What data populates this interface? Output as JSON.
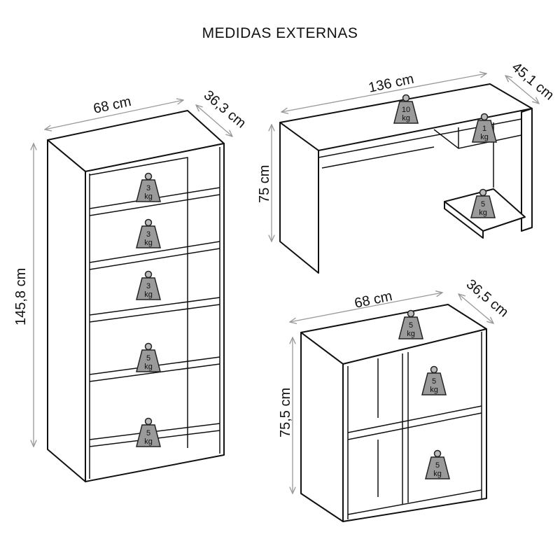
{
  "title": "MEDIDAS EXTERNAS",
  "bookcase": {
    "width": "68 cm",
    "depth": "36,3 cm",
    "height": "145,8 cm",
    "weights": [
      {
        "value": "3",
        "unit": "kg"
      },
      {
        "value": "3",
        "unit": "kg"
      },
      {
        "value": "3",
        "unit": "kg"
      },
      {
        "value": "5",
        "unit": "kg"
      },
      {
        "value": "5",
        "unit": "kg"
      }
    ]
  },
  "desk": {
    "width": "136 cm",
    "depth": "45,1 cm",
    "height": "75 cm",
    "weights": [
      {
        "value": "10",
        "unit": "kg"
      },
      {
        "value": "1",
        "unit": "kg"
      },
      {
        "value": "5",
        "unit": "kg"
      }
    ]
  },
  "cube_shelf": {
    "width": "68 cm",
    "depth": "36,5 cm",
    "height": "75,5 cm",
    "weights": [
      {
        "value": "5",
        "unit": "kg"
      },
      {
        "value": "5",
        "unit": "kg"
      },
      {
        "value": "5",
        "unit": "kg"
      }
    ]
  }
}
